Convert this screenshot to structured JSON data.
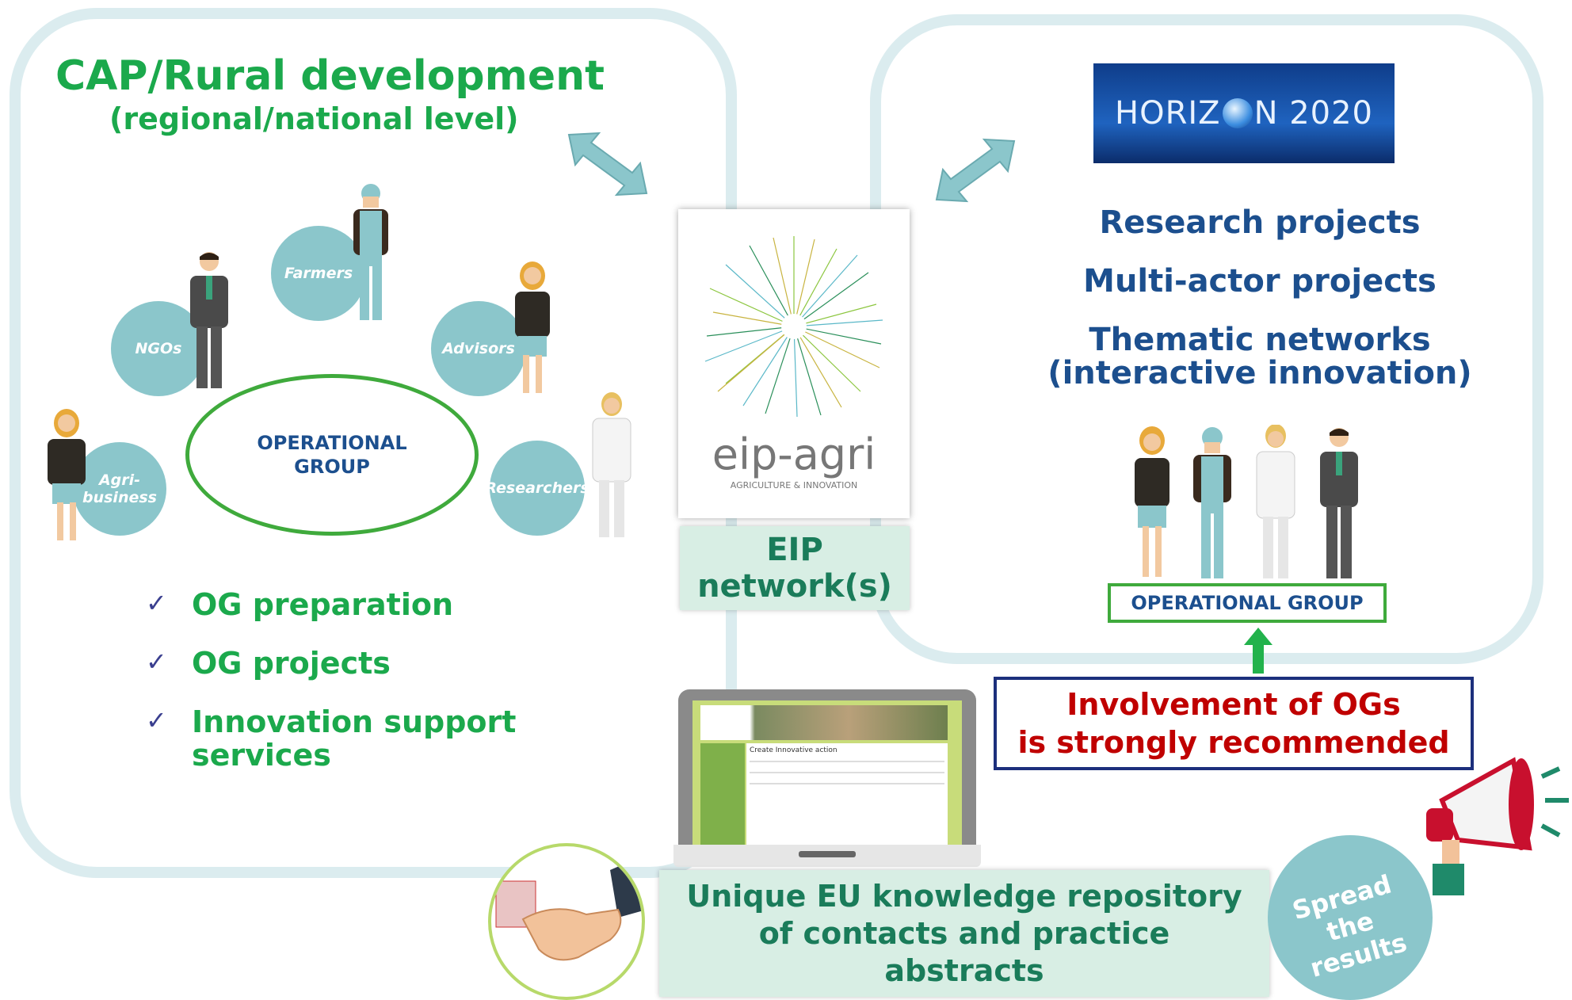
{
  "left_panel": {
    "title": "CAP/Rural development",
    "subtitle": "(regional/national level)",
    "actors": [
      {
        "key": "farmers",
        "label": "Farmers"
      },
      {
        "key": "ngos",
        "label": "NGOs"
      },
      {
        "key": "advisors",
        "label": "Advisors"
      },
      {
        "key": "agribusiness_1",
        "label": "Agri-"
      },
      {
        "key": "agribusiness_2",
        "label": "business"
      },
      {
        "key": "researchers",
        "label": "Researchers"
      }
    ],
    "og_oval_1": "OPERATIONAL",
    "og_oval_2": "GROUP",
    "checklist": [
      {
        "mark": "✓",
        "text": "OG preparation"
      },
      {
        "mark": "✓",
        "text": "OG projects"
      },
      {
        "mark": "✓",
        "text": "Innovation support services"
      }
    ]
  },
  "center": {
    "logo_text": "eip-agri",
    "logo_tagline": "AGRICULTURE & INNOVATION",
    "network_label_1": "EIP",
    "network_label_2": "network(s)",
    "repository_1": "Unique EU knowledge repository",
    "repository_2": "of contacts and practice",
    "repository_3": "abstracts",
    "laptop_page_title": "Create Innovative action"
  },
  "right_panel": {
    "logo_1": "HORIZ",
    "logo_2": "N 2020",
    "items": [
      "Research projects",
      "Multi-actor projects",
      "Thematic networks",
      "(interactive innovation)"
    ],
    "og_box": "OPERATIONAL GROUP",
    "involvement_1": "Involvement of OGs",
    "involvement_2": "is strongly recommended"
  },
  "spread_1": "Spread",
  "spread_2": "the results",
  "colors": {
    "green": "#1ba94c",
    "navy": "#1c4f8e",
    "teal": "#8bc6cb",
    "panel_border": "#dbecef",
    "red": "#c00000"
  }
}
